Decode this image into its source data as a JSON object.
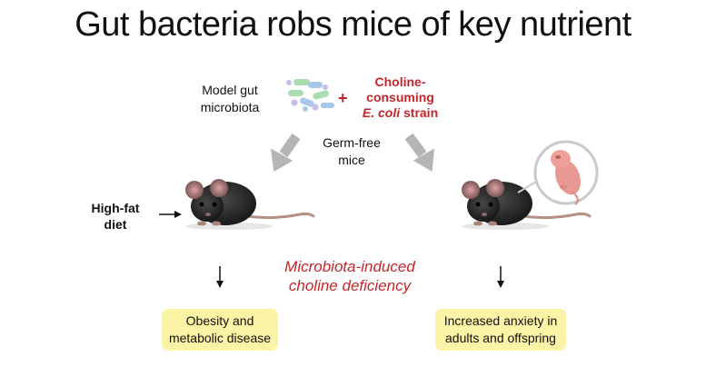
{
  "title": "Gut bacteria robs mice of key nutrient",
  "model_microbiota": [
    "Model gut",
    "microbiota"
  ],
  "plus": "+",
  "ecoli": {
    "line1": "Choline-",
    "line2": "consuming",
    "italic": "E. coli",
    "suffix": " strain"
  },
  "germ_free": [
    "Germ-free",
    "mice"
  ],
  "diet": [
    "High-fat",
    "diet"
  ],
  "deficiency": [
    "Microbiota-induced",
    "choline deficiency"
  ],
  "outcomes": {
    "left": [
      "Obesity and",
      "metabolic disease"
    ],
    "right": [
      "Increased anxiety in",
      "adults and offspring"
    ]
  },
  "colors": {
    "accent_red": "#c4252b",
    "outcome_fill": "#fbf3a6",
    "arrow_gray": "#b5b5b5",
    "mouse": "#262626"
  }
}
